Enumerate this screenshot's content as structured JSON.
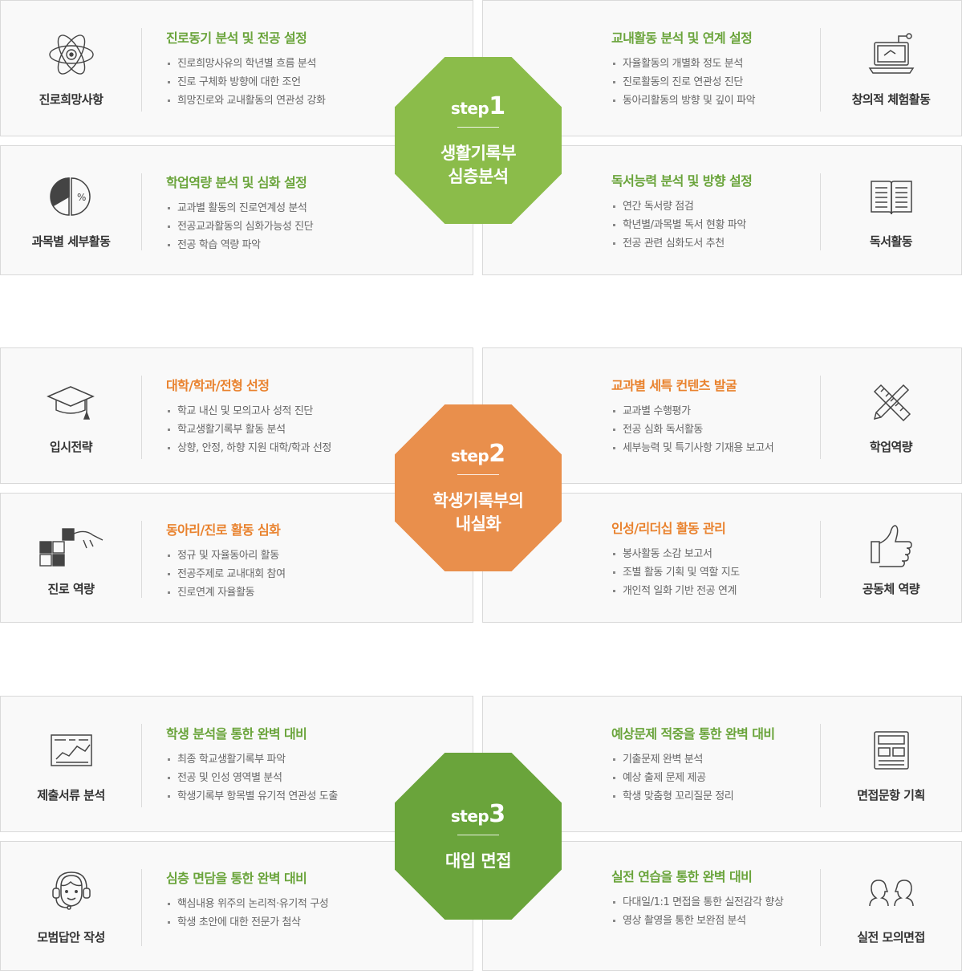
{
  "colors": {
    "step1": "#8bbc4a",
    "step2": "#e98f4c",
    "step3": "#6aa43b",
    "green_title": "#6aa43b",
    "orange_title": "#e9822e"
  },
  "steps": [
    {
      "word": "step",
      "num": "1",
      "lines": [
        "생활기록부",
        "심층분석"
      ]
    },
    {
      "word": "step",
      "num": "2",
      "lines": [
        "학생기록부의",
        "내실화"
      ]
    },
    {
      "word": "step",
      "num": "3",
      "lines": [
        "대입 면접"
      ]
    }
  ],
  "cards": [
    {
      "icon": "atom-icon",
      "label": "진로희망사항",
      "title": "진로동기 분석 및 전공 설정",
      "items": [
        "진로희망사유의 학년별 흐름 분석",
        "진로 구체화 방향에 대한 조언",
        "희망진로와 교내활동의 연관성 강화"
      ]
    },
    {
      "icon": "laptop-icon",
      "label": "창의적 체험활동",
      "title": "교내활동 분석 및 연계 설정",
      "items": [
        "자율활동의 개별화 정도 분석",
        "진로활동의 진로 연관성 진단",
        "동아리활동의 방향 및 깊이 파악"
      ]
    },
    {
      "icon": "pie-chart-icon",
      "label": "과목별 세부활동",
      "title": "학업역량 분석 및 심화 설정",
      "items": [
        "교과별 활동의 진로연계성 분석",
        "전공교과활동의 심화가능성 진단",
        "전공 학습 역량 파악"
      ]
    },
    {
      "icon": "book-icon",
      "label": "독서활동",
      "title": "독서능력 분석 및 방향 설정",
      "items": [
        "연간 독서량 점검",
        "학년별/과목별 독서 현황 파악",
        "전공 관련 심화도서 추천"
      ]
    },
    {
      "icon": "graduation-cap-icon",
      "label": "입시전략",
      "title": "대학/학과/전형 선정",
      "items": [
        "학교 내신 및 모의고사 성적 진단",
        "학교생활기록부 활동 분석",
        "상향, 안정, 하향 지원 대학/학과 선정"
      ]
    },
    {
      "icon": "pencil-ruler-icon",
      "label": "학업역량",
      "title": "교과별 세특 컨텐츠 발굴",
      "items": [
        "교과별 수행평가",
        "전공 심화 독서활동",
        "세부능력 및 특기사항 기재용 보고서"
      ]
    },
    {
      "icon": "puzzle-hand-icon",
      "label": "진로 역량",
      "title": "동아리/진로 활동 심화",
      "items": [
        "정규 및 자율동아리 활동",
        "전공주제로 교내대회 참여",
        "진로연계 자율활동"
      ]
    },
    {
      "icon": "thumbs-up-icon",
      "label": "공동체 역량",
      "title": "인성/리더십 활동 관리",
      "items": [
        "봉사활동 소감 보고서",
        "조별 활동 기획 및 역할 지도",
        "개인적 일화 기반 전공 연계"
      ]
    },
    {
      "icon": "document-chart-icon",
      "label": "제출서류 분석",
      "title": "학생 분석을 통한 완벽 대비",
      "items": [
        "최종 학교생활기록부 파악",
        "전공 및 인성 영역별 분석",
        "학생기록부 항목별 유기적 연관성 도출"
      ]
    },
    {
      "icon": "newspaper-icon",
      "label": "면접문항 기획",
      "title": "예상문제 적중을 통한 완벽 대비",
      "items": [
        "기출문제 완벽 분석",
        "예상 출제 문제 제공",
        "학생 맞춤형 꼬리질문 정리"
      ]
    },
    {
      "icon": "headset-person-icon",
      "label": "모범답안 작성",
      "title": "심층 면담을 통한 완벽 대비",
      "items": [
        "핵심내용 위주의 논리적·유기적 구성",
        "학생 초안에 대한 전문가 첨삭"
      ]
    },
    {
      "icon": "two-people-icon",
      "label": "실전 모의면접",
      "title": "실전 연습을 통한 완벽 대비",
      "items": [
        "다대일/1:1 면접을 통한 실전감각 향상",
        "영상 촬영을 통한 보완점 분석"
      ]
    }
  ]
}
